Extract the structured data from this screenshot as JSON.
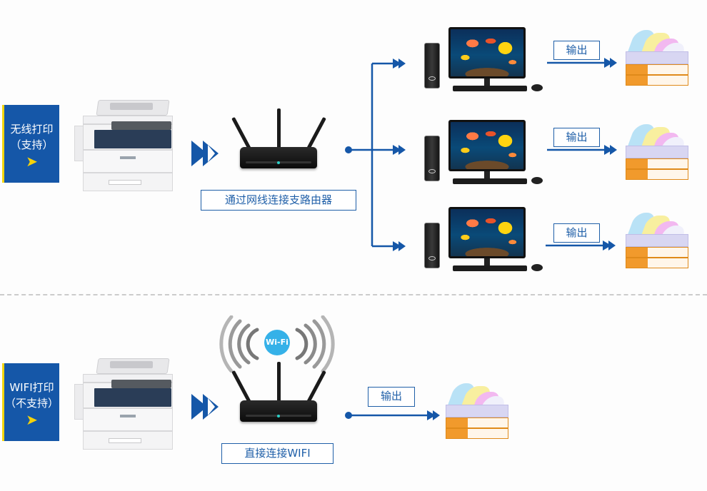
{
  "sections": [
    {
      "id": "wireless",
      "side_label": {
        "line1": "无线打印",
        "line2": "（支持）",
        "arrow": "➤"
      },
      "router_caption": "通过网线连接支路由器",
      "outputs": [
        {
          "label": "输出"
        },
        {
          "label": "输出"
        },
        {
          "label": "输出"
        }
      ]
    },
    {
      "id": "wifi",
      "side_label": {
        "line1": "WIFI打印",
        "line2": "（不支持）",
        "arrow": "➤"
      },
      "router_caption": "直接连接WIFI",
      "wifi_badge": "Wi-Fi",
      "outputs": [
        {
          "label": "输出"
        }
      ]
    }
  ],
  "colors": {
    "accent_blue": "#1557a8",
    "line_blue": "#1f5fa8",
    "highlight_yellow": "#f2d50c",
    "wifi_blue": "#35b1e8",
    "divider": "#cccccc"
  }
}
